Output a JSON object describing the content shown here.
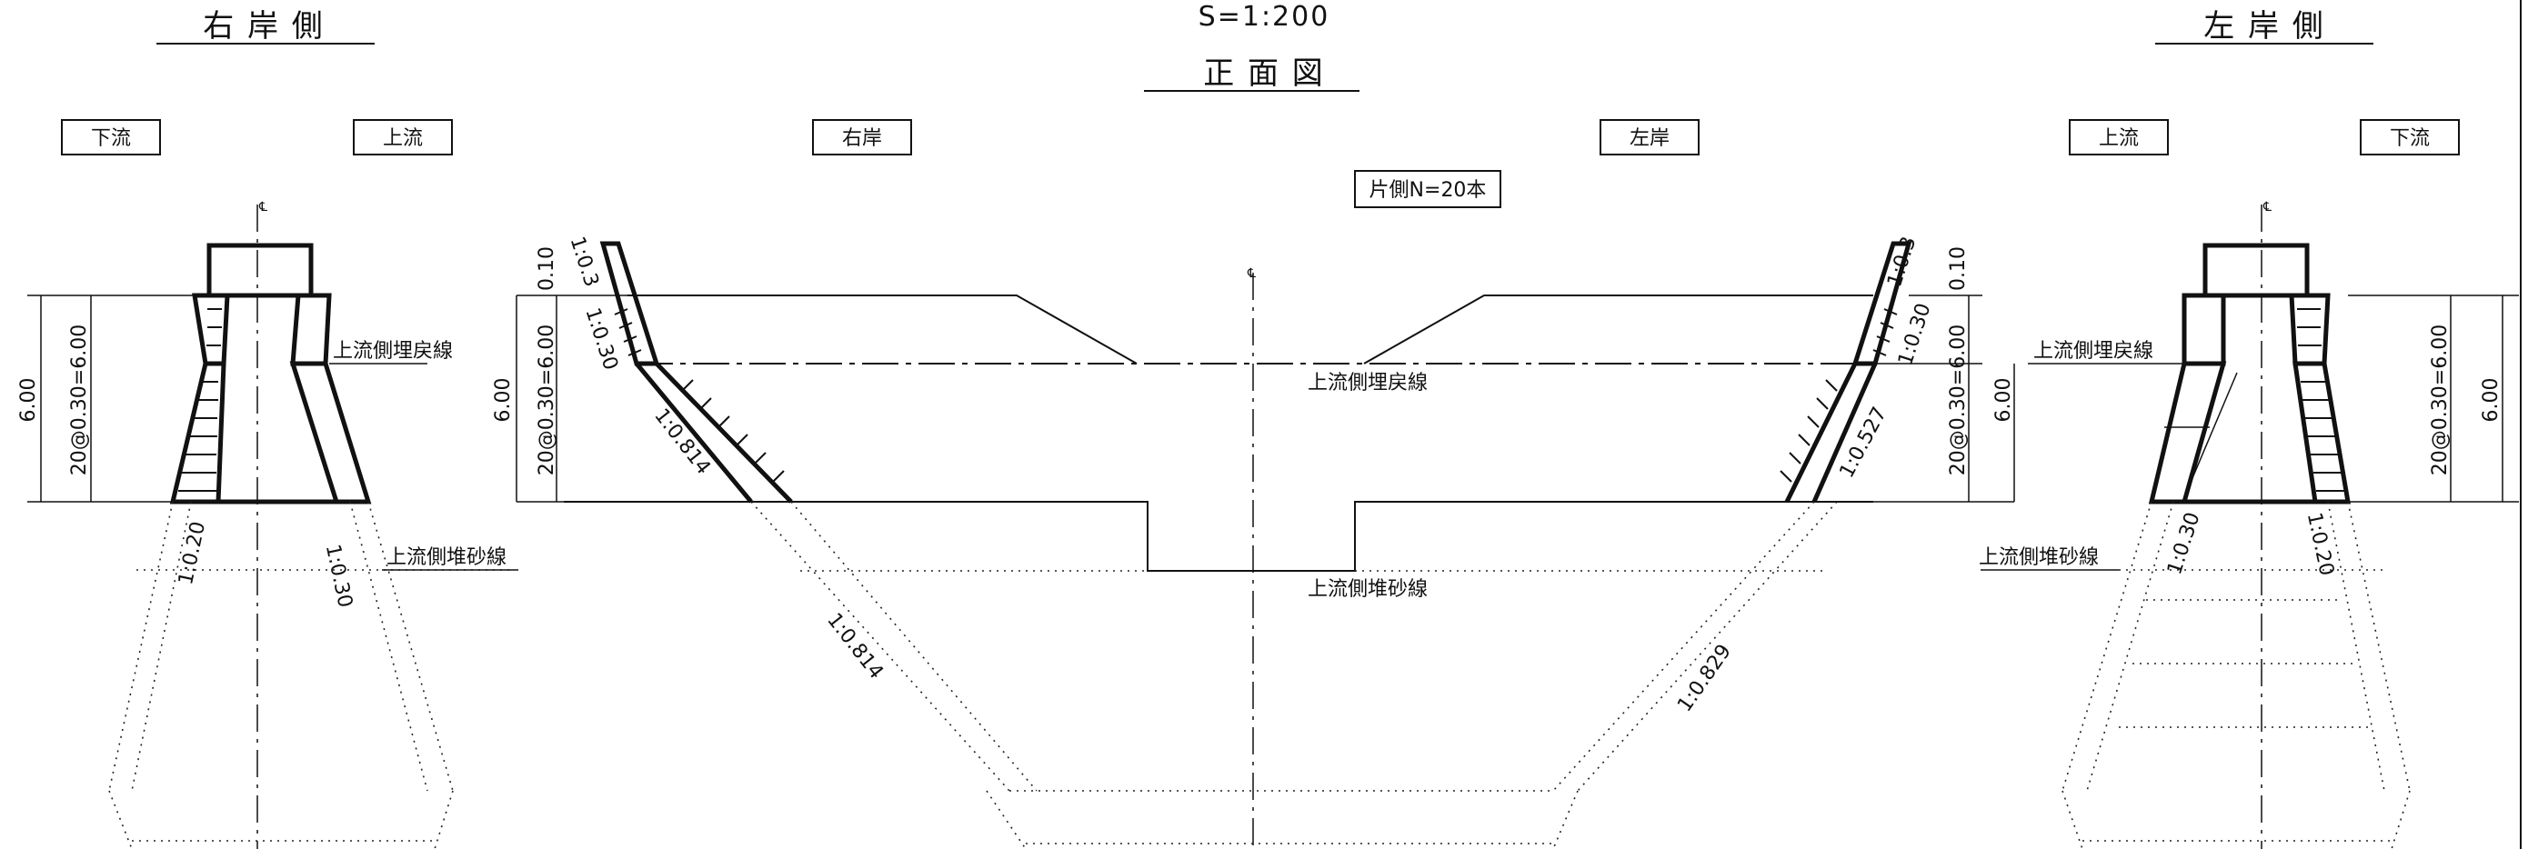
{
  "titles": {
    "scale": "S=1:200",
    "front_view": "正 面 図",
    "right_bank_side": "右 岸 側",
    "left_bank_side": "左 岸 側"
  },
  "boxes": {
    "downstream_left": "下流",
    "upstream_left": "上流",
    "right_bank": "右岸",
    "left_bank": "左岸",
    "upstream_right": "上流",
    "downstream_right": "下流",
    "pile_count": "片側N=20本"
  },
  "labels": {
    "backfill_line": "上流側埋戻線",
    "sediment_line": "上流側堆砂線"
  },
  "slopes": {
    "left_section_left": "1:0.20",
    "left_section_right": "1:0.30",
    "main_left_top": "1:0.3",
    "main_left_mid": "1:0.30",
    "main_left_lower": "1:0.814",
    "main_left_excav": "1:0.814",
    "main_right_top": "1:0.3",
    "main_right_mid": "1:0.30",
    "main_right_lower": "1:0.527",
    "main_right_excav": "1:0.829",
    "right_section_left": "1:0.30",
    "right_section_right": "1:0.20"
  },
  "dimensions": {
    "height": "6.00",
    "steps": "20@0.30=6.00",
    "top_small": "0.10"
  },
  "centerline_mark": "℄"
}
